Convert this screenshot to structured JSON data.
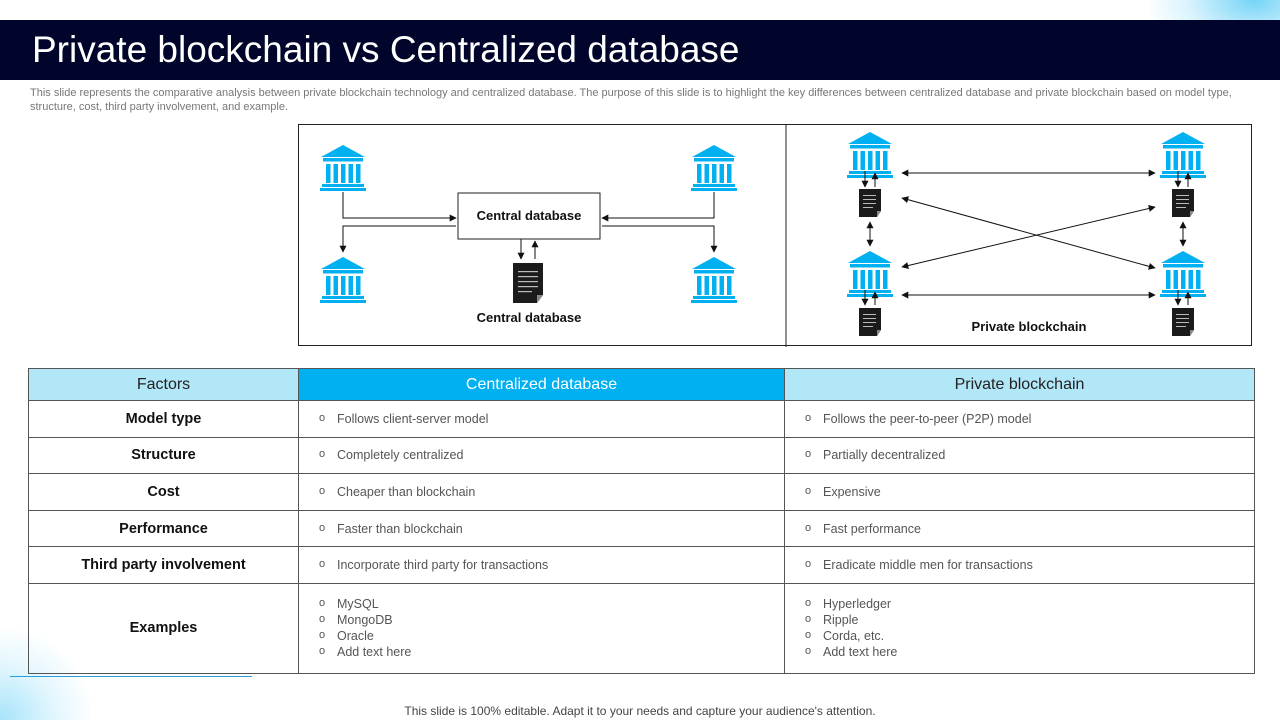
{
  "title": "Private blockchain vs Centralized database",
  "subtitle": "This slide represents the comparative analysis between private blockchain technology and centralized database. The purpose of this slide is to highlight the key differences between centralized database and private blockchain based on model type, structure, cost, third party involvement, and example.",
  "diagram": {
    "central": {
      "box_label": "Central database",
      "caption": "Central database"
    },
    "private": {
      "caption": "Private blockchain"
    }
  },
  "table": {
    "headers": [
      "Factors",
      "Centralized database",
      "Private blockchain"
    ],
    "rows": [
      {
        "factor": "Model type",
        "central": [
          "Follows client-server model"
        ],
        "private": [
          "Follows the peer-to-peer (P2P) model"
        ]
      },
      {
        "factor": "Structure",
        "central": [
          "Completely centralized"
        ],
        "private": [
          "Partially decentralized"
        ]
      },
      {
        "factor": "Cost",
        "central": [
          "Cheaper than blockchain"
        ],
        "private": [
          "Expensive"
        ]
      },
      {
        "factor": "Performance",
        "central": [
          "Faster than blockchain"
        ],
        "private": [
          "Fast performance"
        ]
      },
      {
        "factor": "Third party involvement",
        "central": [
          "Incorporate third party for transactions"
        ],
        "private": [
          "Eradicate middle men for transactions"
        ]
      },
      {
        "factor": "Examples",
        "central": [
          "MySQL",
          "MongoDB",
          "Oracle",
          "Add text here"
        ],
        "private": [
          "Hyperledger",
          "Ripple",
          "Corda, etc.",
          "Add text here"
        ]
      }
    ]
  },
  "footer": "This slide is 100% editable. Adapt it to your needs and capture your audience's attention.",
  "colors": {
    "title_bar": "#01052b",
    "accent": "#00b0f0",
    "header_light": "#b2e7f8",
    "icon": "#00b0f0"
  },
  "icons": {
    "bank": "bank-icon",
    "document": "document-icon"
  }
}
